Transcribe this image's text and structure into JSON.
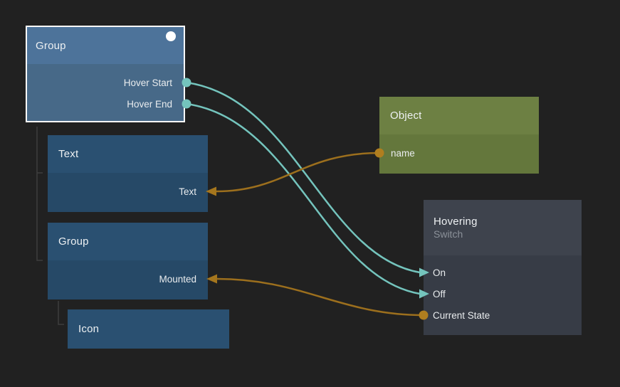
{
  "app": {
    "name": "node-graph-canvas"
  },
  "colors": {
    "background": "#212121",
    "signal_connection": "#74c4bd",
    "data_connection": "#9c6f1d",
    "data_port_dot": "#b07e1f",
    "selection_border": "#ffffff",
    "tree_line": "#3e3e3e",
    "selected_node_header": "#4d739a",
    "selected_node_body": "#476988",
    "visual_node_header": "#2a5071",
    "visual_node_body": "#264967",
    "object_node_header": "#6d8043",
    "object_node_body": "#64773c",
    "logic_node_header": "#3e434d",
    "logic_node_body": "#373c46"
  },
  "nodes": [
    {
      "title": "Group",
      "selected": true,
      "ports": [
        {
          "label": "Hover Start",
          "kind": "signal-output",
          "side": "right"
        },
        {
          "label": "Hover End",
          "kind": "signal-output",
          "side": "right"
        }
      ]
    },
    {
      "title": "Text",
      "selected": false,
      "ports": [
        {
          "label": "Text",
          "kind": "data-input",
          "side": "right"
        }
      ]
    },
    {
      "title": "Group",
      "selected": false,
      "ports": [
        {
          "label": "Mounted",
          "kind": "data-input",
          "side": "right"
        }
      ]
    },
    {
      "title": "Icon",
      "selected": false,
      "ports": []
    },
    {
      "title": "Object",
      "selected": false,
      "ports": [
        {
          "label": "name",
          "kind": "data-output",
          "side": "left"
        }
      ]
    },
    {
      "title": "Hovering",
      "subtitle": "Switch",
      "selected": false,
      "ports": [
        {
          "label": "On",
          "kind": "signal-input",
          "side": "left"
        },
        {
          "label": "Off",
          "kind": "signal-input",
          "side": "left"
        },
        {
          "label": "Current State",
          "kind": "data-output",
          "side": "left"
        }
      ]
    }
  ],
  "connections": [
    {
      "from": "Group / Hover Start",
      "to": "Hovering / On",
      "kind": "signal"
    },
    {
      "from": "Group / Hover End",
      "to": "Hovering / Off",
      "kind": "signal"
    },
    {
      "from": "Object / name",
      "to": "Text / Text",
      "kind": "data"
    },
    {
      "from": "Hovering / Current State",
      "to": "Group / Mounted",
      "kind": "data"
    }
  ]
}
